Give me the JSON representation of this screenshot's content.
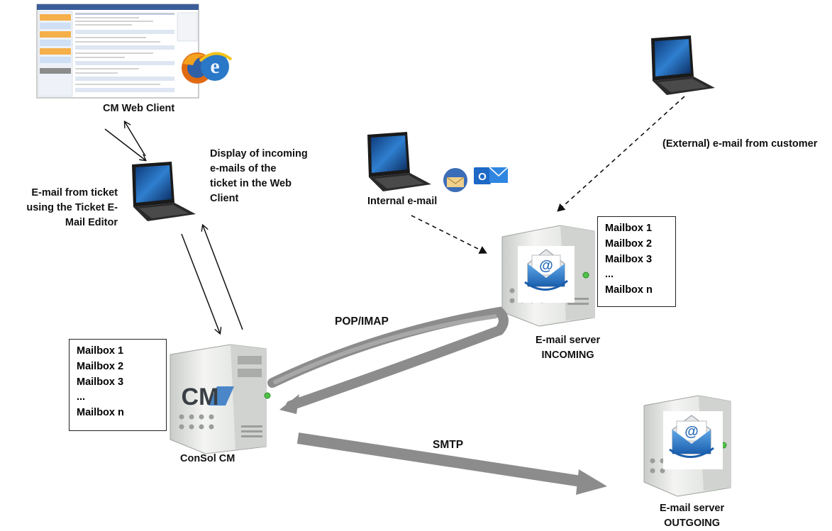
{
  "labels": {
    "web_client": "CM Web Client",
    "display_incoming": "Display of incoming\ne-mails of the\nticket in the  Web\nClient",
    "email_from_ticket": "E-mail  from ticket\nusing the Ticket E-\nMail Editor",
    "internal_email": "Internal e-mail",
    "external_email": "(External) e-mail from customer",
    "pop_imap": "POP/IMAP",
    "smtp": "SMTP",
    "consol_cm": "ConSol CM",
    "server_incoming": "E-mail server\nINCOMING",
    "server_outgoing": "E-mail server\nOUTGOING",
    "cm_logo": "CM"
  },
  "mailboxes_cm": [
    "Mailbox 1",
    "Mailbox 2",
    "Mailbox 3",
    "...",
    "Mailbox n"
  ],
  "mailboxes_incoming": [
    "Mailbox 1",
    "Mailbox 2",
    "Mailbox 3",
    "...",
    "Mailbox n"
  ],
  "colors": {
    "thick_arrow": "#8c8c8c",
    "server_body": "#e9ebe8",
    "laptop_screen": "#1d5fa8",
    "cm_logo_blue": "#4a86c8",
    "server_led": "#4fc247"
  }
}
